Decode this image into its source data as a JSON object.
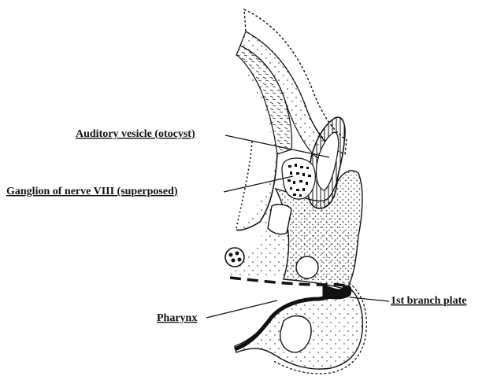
{
  "figure": {
    "labels": {
      "auditory_vesicle": "Auditory vesicle (otocyst)",
      "ganglion": "Ganglion of nerve VIII (superposed)",
      "pharynx": "Pharynx",
      "branch_plate": "1st branch plate"
    }
  }
}
